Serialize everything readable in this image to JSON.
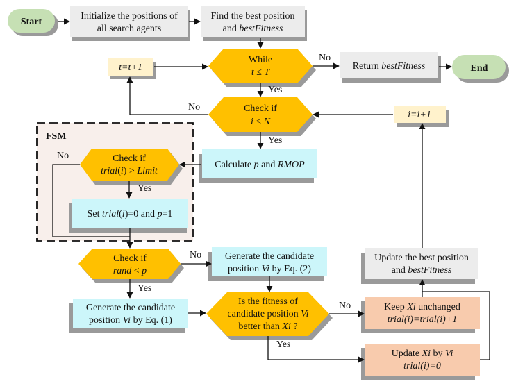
{
  "colors": {
    "terminal": "#c6e0b4",
    "process_gray": "#ececec",
    "decision": "#ffc000",
    "process_cyan": "#ccf6fa",
    "process_yellow": "#fff2cc",
    "process_orange": "#f8cbad",
    "fsm_background": "#f8efeb",
    "shadow": "#9a9a9a"
  },
  "nodes": {
    "start": {
      "label": "Start"
    },
    "init": {
      "line1": "Initialize the positions of",
      "line2": "all search agents"
    },
    "find_best": {
      "line1": "Find the best position",
      "line2_plain": "and ",
      "line2_italic": "bestFitness"
    },
    "while": {
      "line1": "While",
      "line2": "t ≤ T"
    },
    "return": {
      "plain": "Return ",
      "italic": "bestFitness"
    },
    "end": {
      "label": "End"
    },
    "t_inc": {
      "label": "t=t+1"
    },
    "check_i": {
      "line1": "Check if",
      "line2": "i ≤ N"
    },
    "i_inc": {
      "label": "i=i+1"
    },
    "fsm": {
      "title": "FSM"
    },
    "check_trial": {
      "line1": "Check if",
      "line2_a": "trial",
      "line2_b": "(",
      "line2_c": "i",
      "line2_d": ") > ",
      "line2_e": "Limit"
    },
    "calc_p": {
      "a": "Calculate ",
      "b": "p",
      "c": " and ",
      "d": "RMOP"
    },
    "set_trial": {
      "a": "Set ",
      "b": "trial",
      "c": "(",
      "d": "i",
      "e": ")=0 and ",
      "f": "p",
      "g": "=1"
    },
    "check_rand": {
      "line1": "Check if",
      "line2_a": "rand",
      "line2_b": " < ",
      "line2_c": "p"
    },
    "gen_eq2": {
      "line1": "Generate the candidate",
      "line2_a": "position ",
      "line2_b": "Vi",
      "line2_c": " by Eq. (2)"
    },
    "gen_eq1": {
      "line1": "Generate the candidate",
      "line2_a": "position ",
      "line2_b": "Vi",
      "line2_c": " by Eq. (1)"
    },
    "fitness_check": {
      "line1": "Is the fitness of",
      "line2_a": "candidate position ",
      "line2_b": "Vi",
      "line3_a": "better than ",
      "line3_b": "Xi",
      "line3_c": " ?"
    },
    "keep_x": {
      "line1_a": "Keep ",
      "line1_b": "Xi",
      "line1_c": "  unchanged",
      "line2": "trial(i)=trial(i)+1"
    },
    "update_x": {
      "line1_a": "Update ",
      "line1_b": "Xi",
      "line1_c": " by ",
      "line1_d": "Vi",
      "line2": "trial(i)=0"
    },
    "update_best": {
      "line1": "Update the best position",
      "line2_plain": "and  ",
      "line2_italic": "bestFitness"
    }
  },
  "edge_labels": {
    "while_no": "No",
    "while_yes": "Yes",
    "check_i_no": "No",
    "check_i_yes": "Yes",
    "trial_no": "No",
    "trial_yes": "Yes",
    "rand_no": "No",
    "rand_yes": "Yes",
    "fitness_no": "No",
    "fitness_yes": "Yes"
  }
}
